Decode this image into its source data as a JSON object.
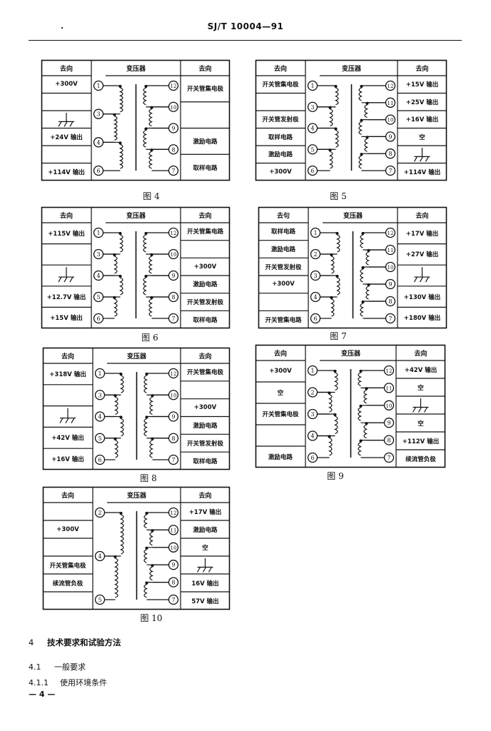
{
  "header": {
    "standard_id": "SJ/T 10004—91"
  },
  "common": {
    "left_header": "去向",
    "center_header": "变压器",
    "right_header": "去向"
  },
  "figures": [
    {
      "id": "fig4",
      "caption": "图 4",
      "left_rows": [
        "+300V",
        "",
        "ground",
        "+24V 输出",
        "",
        "+114V 输出"
      ],
      "right_rows": [
        "开关管集电极",
        "",
        "激励电路",
        "取样电路"
      ],
      "left_pins": [
        "1",
        "3",
        "4",
        "6"
      ],
      "right_pins": [
        "12",
        "10",
        "9",
        "8",
        "7"
      ]
    },
    {
      "id": "fig5",
      "caption": "图 5",
      "left_rows": [
        "开关管集电极",
        "",
        "开关管发射极",
        "取样电路",
        "激励电路",
        "+300V"
      ],
      "right_rows": [
        "+15V 输出",
        "+25V 输出",
        "+16V 输出",
        "空",
        "ground",
        "+114V 输出"
      ],
      "left_pins": [
        "1",
        "3",
        "4",
        "5",
        "6"
      ],
      "right_pins": [
        "12",
        "11",
        "10",
        "9",
        "8",
        "7"
      ]
    },
    {
      "id": "fig6",
      "caption": "图 6",
      "left_rows": [
        "+115V 输出",
        "",
        "ground",
        "+12.7V 输出",
        "+15V 输出"
      ],
      "right_rows": [
        "开关管集电路",
        "",
        "+300V",
        "激励电路",
        "开关管发射极",
        "取样电路"
      ],
      "left_pins": [
        "1",
        "3",
        "4",
        "5",
        "6"
      ],
      "right_pins": [
        "12",
        "10",
        "9",
        "8",
        "7"
      ]
    },
    {
      "id": "fig7",
      "caption": "图 7",
      "left_header_override": "去句",
      "left_rows": [
        "取样电路",
        "激励电路",
        "开关管发射极",
        "+300V",
        "",
        "开关管集电路"
      ],
      "right_rows": [
        "+17V 输出",
        "+27V 输出",
        "ground",
        "+130V 输出",
        "+180V 输出"
      ],
      "left_pins": [
        "1",
        "2",
        "3",
        "4",
        "6"
      ],
      "right_pins": [
        "12",
        "11",
        "10",
        "9",
        "8",
        "7"
      ]
    },
    {
      "id": "fig8",
      "caption": "图 8",
      "left_rows": [
        "+318V 输出",
        "",
        "ground",
        "+42V 输出",
        "+16V 输出"
      ],
      "right_rows": [
        "开关管集电极",
        "",
        "+300V",
        "激励电路",
        "开关管发射极",
        "取样电路"
      ],
      "left_pins": [
        "1",
        "3",
        "4",
        "5",
        "6"
      ],
      "right_pins": [
        "12",
        "10",
        "9",
        "8",
        "7"
      ]
    },
    {
      "id": "fig9",
      "caption": "图 9",
      "left_rows": [
        "+300V",
        "空",
        "开关管集电极",
        "",
        "激励电路"
      ],
      "right_rows": [
        "+42V 输出",
        "空",
        "ground",
        "空",
        "+112V 输出",
        "续流管负极"
      ],
      "left_pins": [
        "1",
        "2",
        "3",
        "4",
        "6"
      ],
      "right_pins": [
        "12",
        "11",
        "10",
        "9",
        "8",
        "7"
      ]
    },
    {
      "id": "fig10",
      "caption": "图 10",
      "left_rows": [
        "",
        "+300V",
        "",
        "开关管集电极",
        "续流管负极",
        ""
      ],
      "right_rows": [
        "+17V 输出",
        "激励电路",
        "空",
        "ground",
        "16V 输出",
        "57V 输出"
      ],
      "left_pins": [
        "2",
        "4",
        "5"
      ],
      "right_pins": [
        "12",
        "11",
        "10",
        "9",
        "8",
        "7"
      ]
    }
  ],
  "body": {
    "section4_num": "4",
    "section4_title": "技术要求和试验方法",
    "s41_num": "4.1",
    "s41_title": "一般要求",
    "s411_num": "4.1.1",
    "s411_title": "使用环境条件",
    "page_number": "— 4 —"
  }
}
